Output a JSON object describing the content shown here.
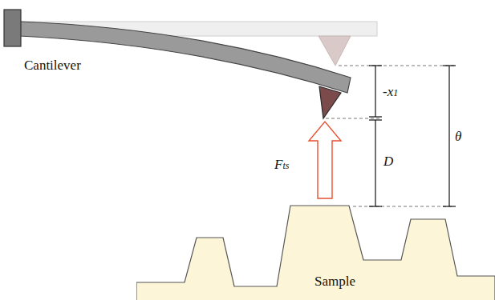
{
  "diagram": {
    "nodes": [
      {
        "text": [
          "Sample"
        ]
      }
    ],
    "labels": [
      "Cantilever",
      "-x",
      "1",
      "D",
      "θ",
      "F",
      "ts"
    ]
  }
}
